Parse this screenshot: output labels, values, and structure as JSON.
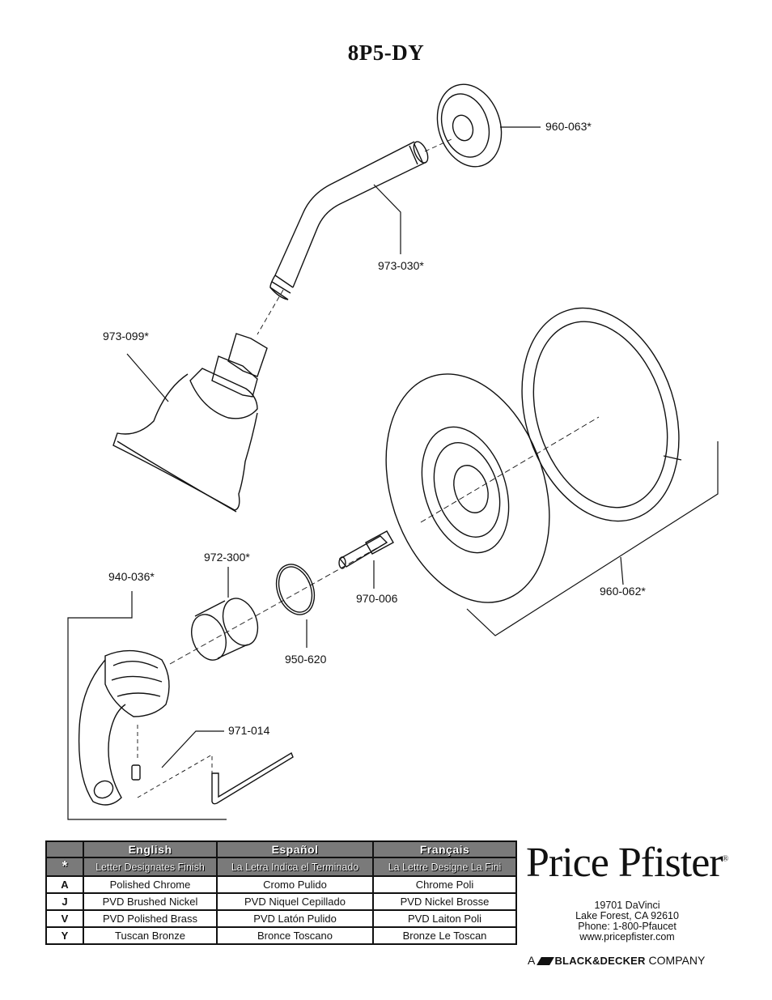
{
  "title": "8P5-DY",
  "parts": [
    {
      "id": "flange",
      "label": "960-063*"
    },
    {
      "id": "arm",
      "label": "973-030*"
    },
    {
      "id": "showerhead",
      "label": "973-099*"
    },
    {
      "id": "cartridge-sleeve",
      "label": "972-300*"
    },
    {
      "id": "handle",
      "label": "940-036*"
    },
    {
      "id": "o-ring",
      "label": "950-620"
    },
    {
      "id": "stem",
      "label": "970-006"
    },
    {
      "id": "trim-kit",
      "label": "960-062*"
    },
    {
      "id": "hex-wrench",
      "label": "971-014"
    }
  ],
  "finish_table": {
    "headers": [
      "English",
      "Español",
      "Français"
    ],
    "subheader": {
      "symbol": "*",
      "cells": [
        "Letter Designates Finish",
        "La Letra Indica el Terminado",
        "La Lettre Designe La Fini"
      ]
    },
    "rows": [
      {
        "code": "A",
        "en": "Polished Chrome",
        "es": "Cromo Pulido",
        "fr": "Chrome Poli"
      },
      {
        "code": "J",
        "en": "PVD Brushed Nickel",
        "es": "PVD Niquel Cepillado",
        "fr": "PVD Nickel Brosse"
      },
      {
        "code": "V",
        "en": "PVD Polished Brass",
        "es": "PVD Latón Pulido",
        "fr": "PVD Laiton Poli"
      },
      {
        "code": "Y",
        "en": "Tuscan Bronze",
        "es": "Bronce Toscano",
        "fr": "Bronze Le Toscan"
      }
    ]
  },
  "brand": {
    "name": "Price Pfister",
    "address": [
      "19701 DaVinci",
      "Lake Forest, CA 92610",
      "Phone: 1-800-Pfaucet",
      "www.pricepfister.com"
    ],
    "company_prefix": "A",
    "company_name": "BLACK&DECKER",
    "company_suffix": "COMPANY"
  }
}
